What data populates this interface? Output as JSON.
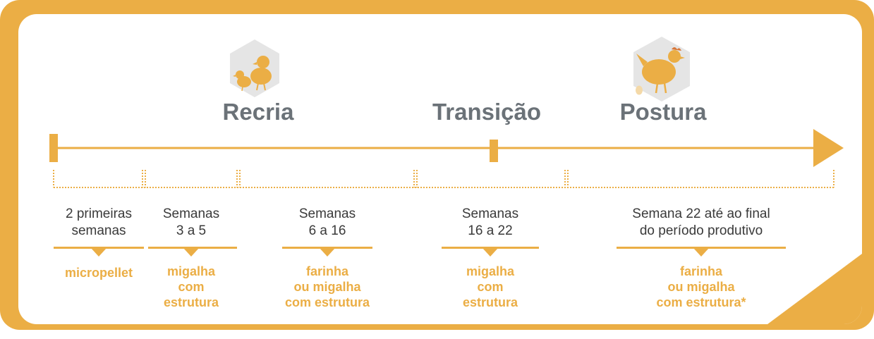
{
  "phases": [
    {
      "name": "Recria",
      "icon": "chicks-icon"
    },
    {
      "name": "Transição"
    },
    {
      "name": "Postura",
      "icon": "hen-with-egg-icon"
    }
  ],
  "stages": [
    {
      "period": [
        "2 primeiras",
        "semanas"
      ],
      "feed": [
        "micropellet"
      ]
    },
    {
      "period": [
        "Semanas",
        "3 a 5"
      ],
      "feed": [
        "migalha",
        "com",
        "estrutura"
      ]
    },
    {
      "period": [
        "Semanas",
        "6 a 16"
      ],
      "feed": [
        "farinha",
        "ou migalha",
        "com estrutura"
      ]
    },
    {
      "period": [
        "Semanas",
        "16 a 22"
      ],
      "feed": [
        "migalha",
        "com",
        "estrutura"
      ]
    },
    {
      "period": [
        "Semana 22 até ao final",
        "do período produtivo"
      ],
      "feed": [
        "farinha",
        "ou migalha",
        "com estrutura*"
      ]
    }
  ],
  "colors": {
    "accent": "#ebae45",
    "title": "#6b7278",
    "text": "#3a3a3a",
    "icon_bg": "#e5e5e5"
  }
}
